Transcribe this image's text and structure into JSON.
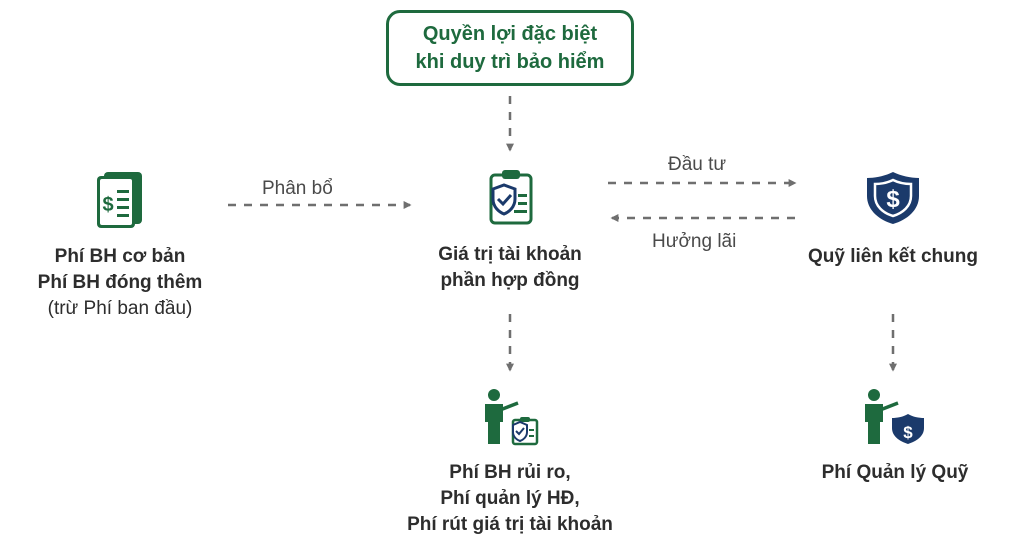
{
  "top_box": {
    "line1": "Quyền lợi đặc biệt",
    "line2": "khi duy trì bảo hiểm"
  },
  "nodes": {
    "premiums": {
      "line1": "Phí BH cơ bản",
      "line2": "Phí BH đóng thêm",
      "line3": "(trừ Phí ban đầu)",
      "icon": "dollar-document-icon"
    },
    "account_value": {
      "line1": "Giá trị tài khoản",
      "line2": "phần hợp đồng",
      "icon": "shield-clipboard-icon"
    },
    "fund": {
      "line1": "Quỹ liên kết chung",
      "icon": "dollar-shield-icon"
    },
    "risk_fees": {
      "line1": "Phí BH rủi ro,",
      "line2": "Phí quản lý HĐ,",
      "line3": "Phí rút giá trị tài khoản",
      "icon": "presenter-clipboard-icon"
    },
    "fund_fee": {
      "line1": "Phí Quản lý Quỹ",
      "icon": "presenter-shield-icon"
    }
  },
  "edges": {
    "allocate": "Phân bổ",
    "invest": "Đầu tư",
    "interest": "Hưởng lãi"
  },
  "colors": {
    "green": "#1e6a3e",
    "navy": "#1b3a6b",
    "arrow": "#6f6f6f"
  }
}
